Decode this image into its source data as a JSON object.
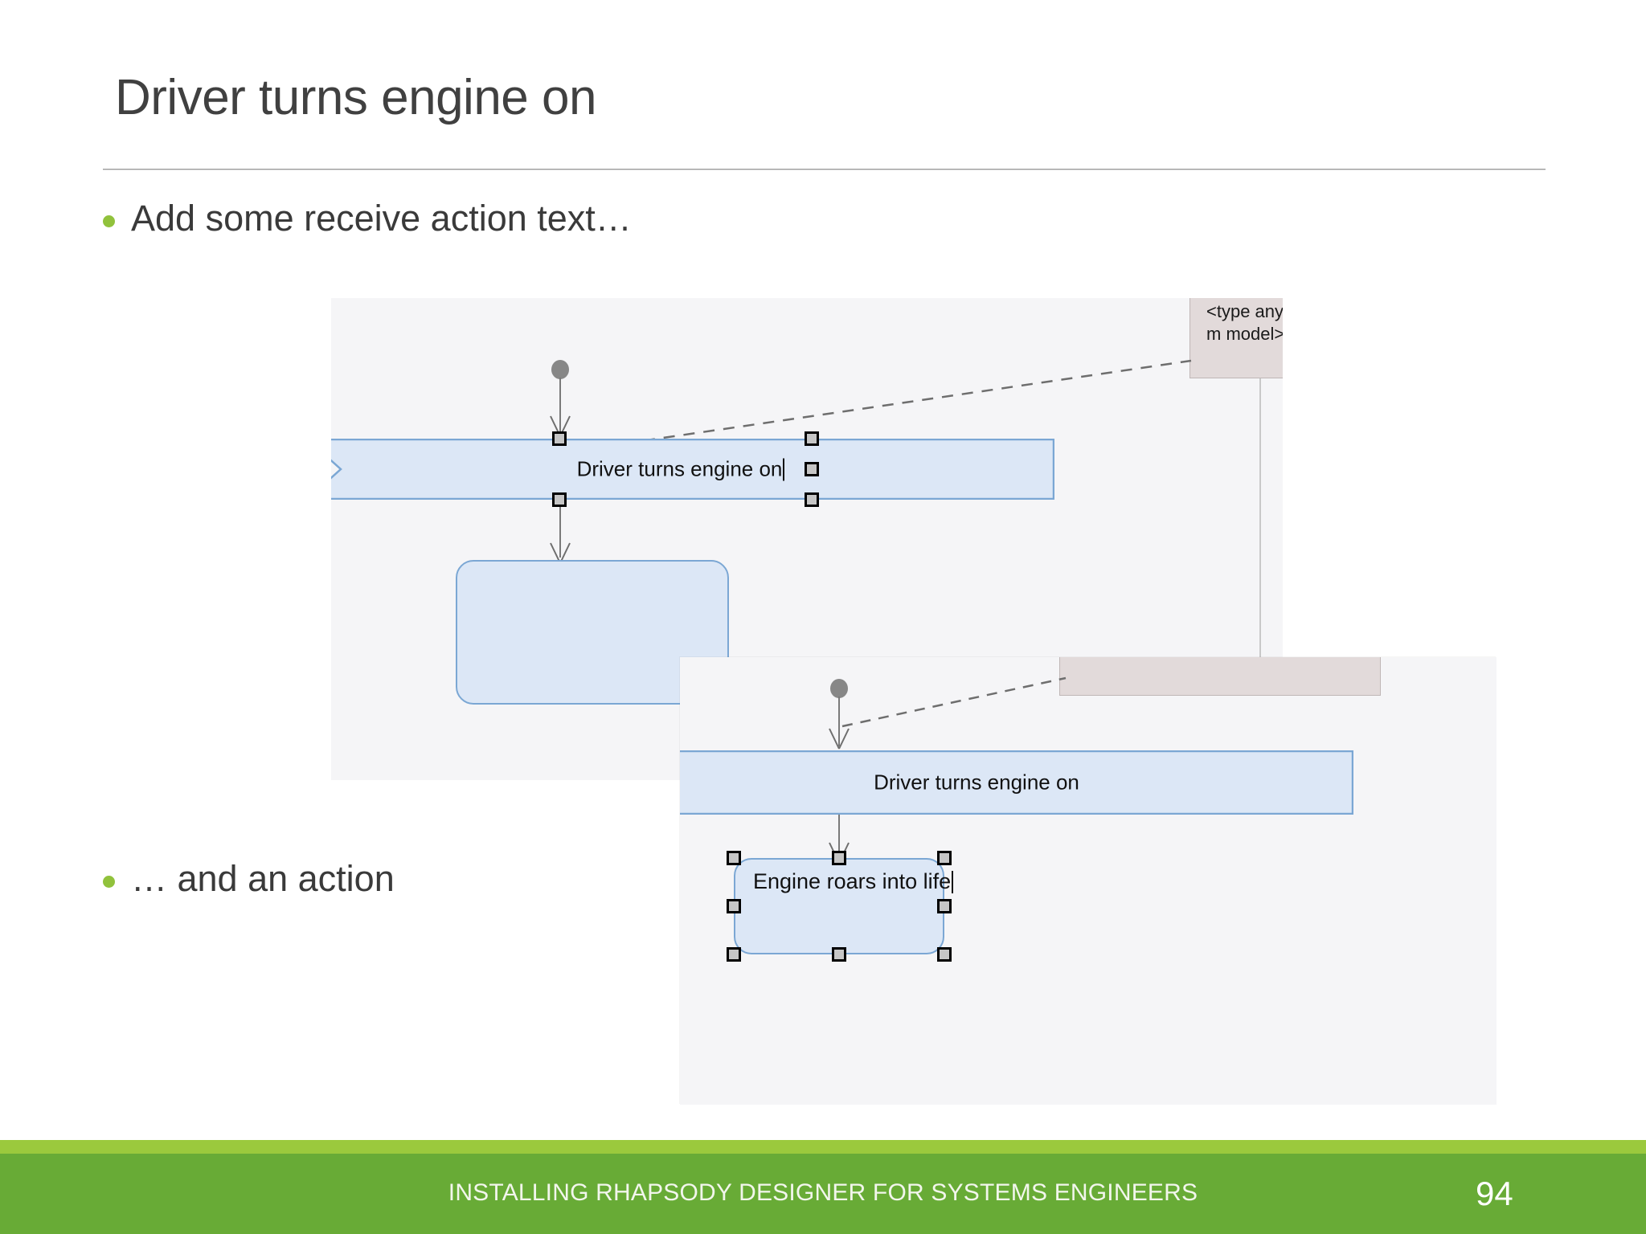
{
  "slide": {
    "title": "Driver turns engine on",
    "accent_green": "#91C23C",
    "footer_green": "#68AB36",
    "footer_strip_green": "#9BC93D",
    "background": "#FFFFFF"
  },
  "bullets": [
    {
      "text": "Add some receive action text…"
    },
    {
      "text": "… and an action"
    }
  ],
  "screenshot_1": {
    "panel_background": "#F5F5F7",
    "note": {
      "text": "<type any pre-conditions else delete fro\nm model>",
      "fill": "#E2DADA",
      "border": "#BFB6B6"
    },
    "receive_action": {
      "label": "Driver turns engine on",
      "fill": "#DCE7F6",
      "border": "#7BA7D4",
      "selected": true,
      "editing": true,
      "handle_count": 8
    },
    "action_node": {
      "label": "",
      "fill": "#DCE7F6",
      "border": "#7BA7D4",
      "selected": false
    },
    "initial_node_color": "#878787"
  },
  "screenshot_2": {
    "panel_background": "#F5F5F7",
    "note": {
      "text": "",
      "fill": "#E2DADA",
      "border": "#BFB6B6"
    },
    "receive_action": {
      "label": "Driver turns engine on",
      "fill": "#DCE7F6",
      "border": "#7BA7D4",
      "selected": false,
      "editing": false
    },
    "action_node": {
      "label": "Engine roars into life",
      "fill": "#DCE7F6",
      "border": "#7BA7D4",
      "selected": true,
      "editing": true,
      "handle_count": 8
    },
    "initial_node_color": "#878787"
  },
  "footer": {
    "title": "INSTALLING RHAPSODY DESIGNER FOR SYSTEMS ENGINEERS",
    "page_number": "94"
  }
}
